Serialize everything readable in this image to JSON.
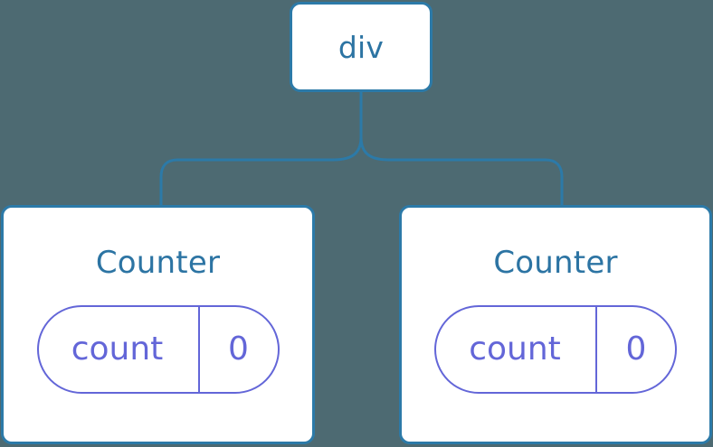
{
  "diagram": {
    "type": "component-tree",
    "background_color": "#4d6a72",
    "node_border_color": "#2c7aa8",
    "node_fill_color": "#ffffff",
    "node_label_color": "#2c74a3",
    "state_color": "#6366d8",
    "edge_color": "#2c7aa8"
  },
  "root": {
    "label": "div"
  },
  "children": [
    {
      "label": "Counter",
      "state": {
        "key": "count",
        "value": "0"
      }
    },
    {
      "label": "Counter",
      "state": {
        "key": "count",
        "value": "0"
      }
    }
  ]
}
